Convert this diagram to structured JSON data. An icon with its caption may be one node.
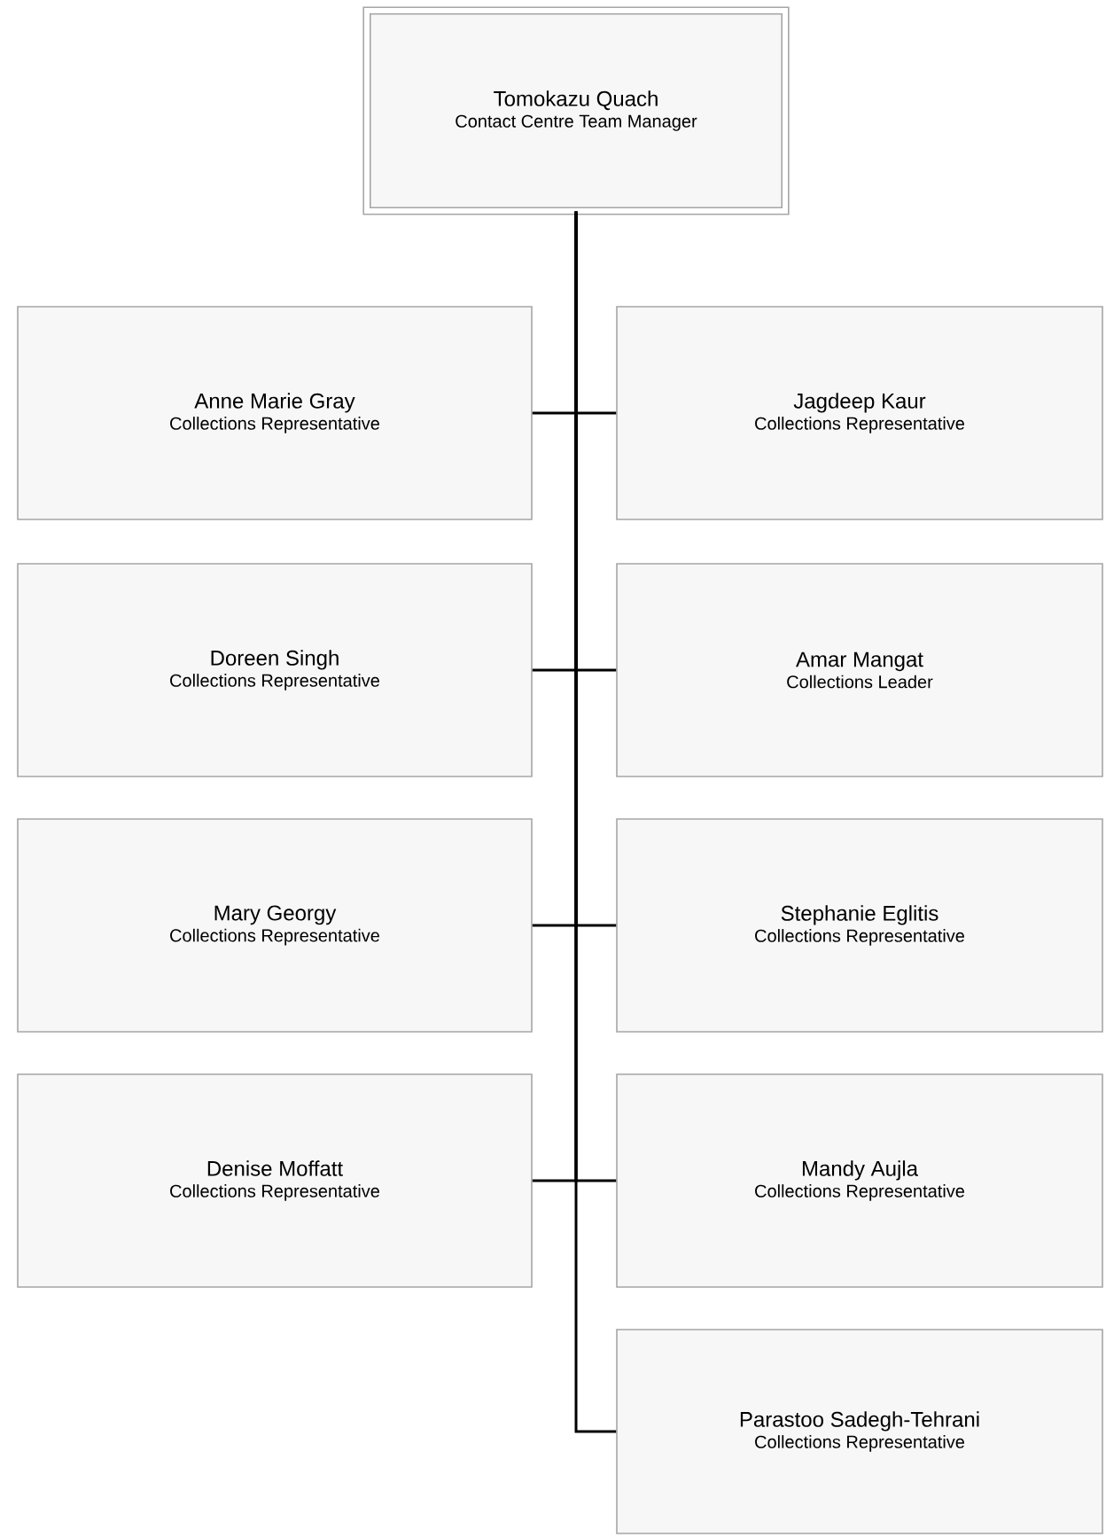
{
  "diagram": {
    "nodes": [
      {
        "text": [
          "Tomokazu Quach",
          "Contact Centre Team Manager"
        ]
      },
      {
        "text": [
          "Anne Marie Gray",
          "Collections Representative"
        ]
      },
      {
        "text": [
          "Jagdeep Kaur",
          "Collections Representative"
        ]
      },
      {
        "text": [
          "Doreen Singh",
          "Collections Representative"
        ]
      },
      {
        "text": [
          "Amar Mangat",
          "Collections Leader"
        ]
      },
      {
        "text": [
          "Mary Georgy",
          "Collections Representative"
        ]
      },
      {
        "text": [
          "Stephanie Eglitis",
          "Collections Representative"
        ]
      },
      {
        "text": [
          "Denise Moffatt",
          "Collections Representative"
        ]
      },
      {
        "text": [
          "Mandy Aujla",
          "Collections Representative"
        ]
      },
      {
        "text": [
          "Parastoo Sadegh-Tehrani",
          "Collections Representative"
        ]
      }
    ],
    "edges": [
      {
        "from": 0,
        "to": 1,
        "arrow": "none"
      },
      {
        "from": 0,
        "to": 2,
        "arrow": "none"
      },
      {
        "from": 0,
        "to": 3,
        "arrow": "none"
      },
      {
        "from": 0,
        "to": 4,
        "arrow": "none"
      },
      {
        "from": 0,
        "to": 5,
        "arrow": "none"
      },
      {
        "from": 0,
        "to": 6,
        "arrow": "none"
      },
      {
        "from": 0,
        "to": 7,
        "arrow": "none"
      },
      {
        "from": 0,
        "to": 8,
        "arrow": "none"
      },
      {
        "from": 0,
        "to": 9,
        "arrow": "none"
      }
    ]
  }
}
